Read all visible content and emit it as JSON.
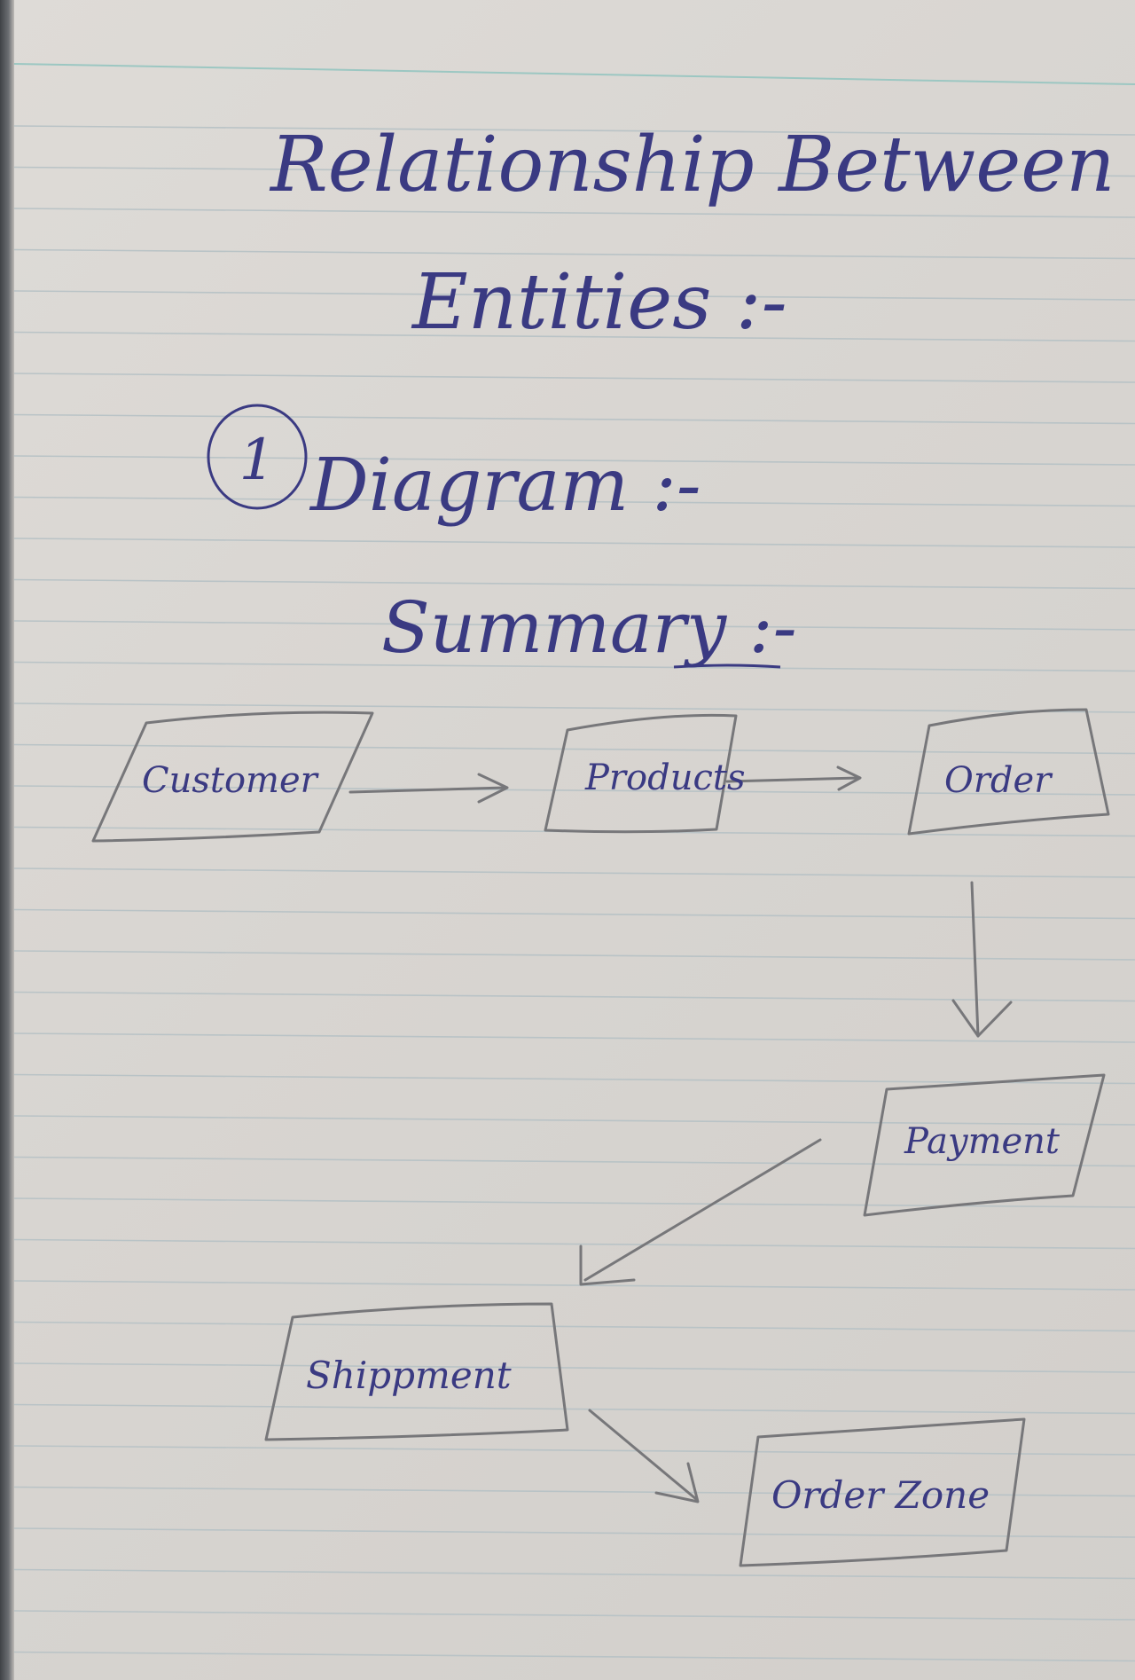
{
  "title_line1": "Relationship Between",
  "title_line2": "Entities :-",
  "section_label": "Diagram :-",
  "section_number": "1",
  "subheading": "Summary :-",
  "nodes": [
    {
      "id": "customer",
      "label": "Customer"
    },
    {
      "id": "products",
      "label": "Products"
    },
    {
      "id": "order",
      "label": "Order"
    },
    {
      "id": "payment",
      "label": "Payment"
    },
    {
      "id": "shippment",
      "label": "Shippment"
    },
    {
      "id": "order-zone",
      "label": "Order Zone"
    }
  ],
  "edges": [
    {
      "from": "customer",
      "to": "products"
    },
    {
      "from": "products",
      "to": "order"
    },
    {
      "from": "order",
      "to": "payment"
    },
    {
      "from": "payment",
      "to": "shippment"
    },
    {
      "from": "shippment",
      "to": "order-zone"
    }
  ],
  "colors": {
    "ink": "#3a3a82",
    "pencil": "#77777a",
    "paper": "#dcd9d5",
    "rule": "#b9c3c6",
    "top_rule": "#9cc7c2"
  }
}
